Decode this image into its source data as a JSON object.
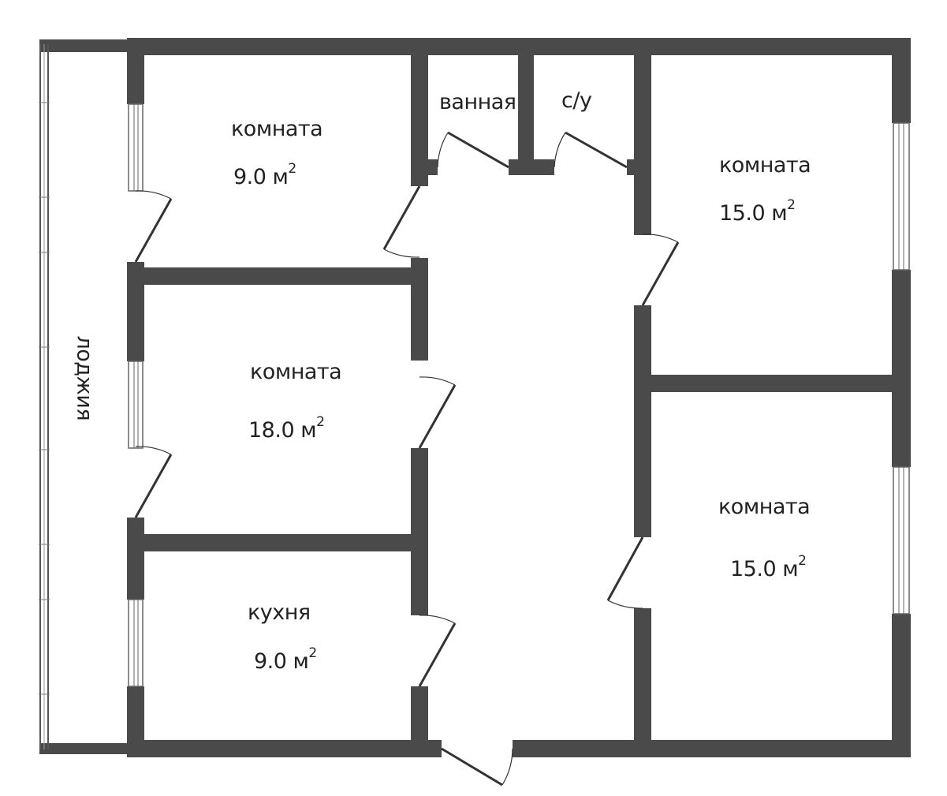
{
  "rooms": {
    "room_nw": {
      "name": "комната",
      "area_value": "9.0 м",
      "area_sup": "2"
    },
    "bath": {
      "name": "ванная"
    },
    "wc": {
      "name": "с/у"
    },
    "room_ne": {
      "name": "комната",
      "area_value": "15.0 м",
      "area_sup": "2"
    },
    "room_mid": {
      "name": "комната",
      "area_value": "18.0 м",
      "area_sup": "2"
    },
    "room_se": {
      "name": "комната",
      "area_value": "15.0 м",
      "area_sup": "2"
    },
    "kitchen": {
      "name": "кухня",
      "area_value": "9.0 м",
      "area_sup": "2"
    },
    "loggia": {
      "name": "лоджия"
    }
  },
  "colors": {
    "wall": "#4a4a4a",
    "door": "#333333",
    "window": "#666666",
    "background": "#ffffff"
  }
}
